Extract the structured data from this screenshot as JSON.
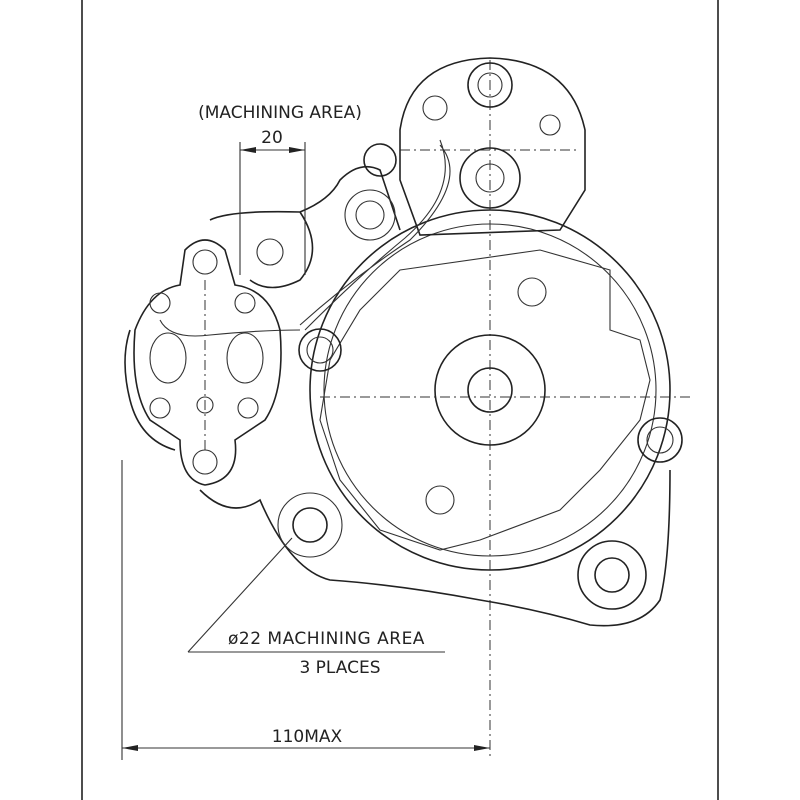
{
  "annotations": {
    "machining_area_label": "(MACHINING AREA)",
    "machining_width": "20",
    "hole_note_line1": "ø22 MACHINING AREA",
    "hole_note_line2": "3 PLACES",
    "overall_length": "110MAX"
  }
}
